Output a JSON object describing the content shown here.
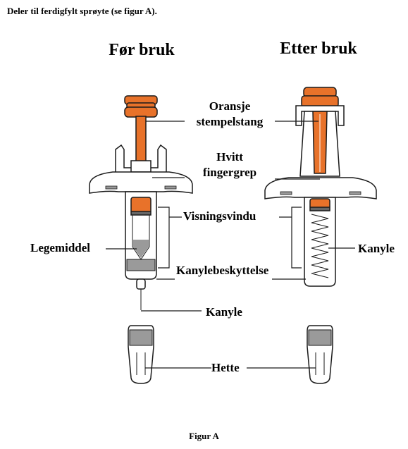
{
  "heading": "Deler til ferdigfylt sprøyte (se figur A).",
  "titles": {
    "before": "Før bruk",
    "after": "Etter bruk"
  },
  "labels": {
    "plunger_line1": "Oransje",
    "plunger_line2": "stempelstang",
    "grip_line1": "Hvitt",
    "grip_line2": "fingergrep",
    "window": "Visningsvindu",
    "medicine": "Legemiddel",
    "needle_guard": "Kanylebeskyttelse",
    "needle_bottom": "Kanyle",
    "needle_right": "Kanyle",
    "cap": "Hette"
  },
  "caption": "Figur A",
  "colors": {
    "accent": "#e8722a",
    "outline": "#1a1a1a",
    "body": "#ffffff",
    "shade": "#9a9a9a"
  }
}
